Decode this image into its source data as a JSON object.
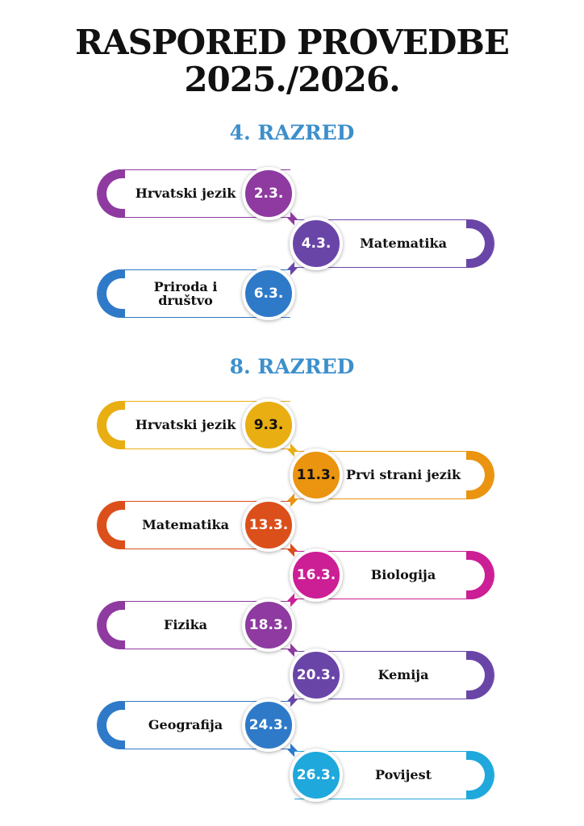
{
  "title_line1": "RASPORED PROVEDBE",
  "title_line2": "2025./2026.",
  "sections": [
    {
      "heading": "4. RAZRED",
      "items": [
        {
          "subject": "Hrvatski jezik",
          "date": "2.3.",
          "color": "#8e3aa0",
          "date_text_color": "#ffffff"
        },
        {
          "subject": "Matematika",
          "date": "4.3.",
          "color": "#6a45a8",
          "date_text_color": "#ffffff"
        },
        {
          "subject": "Priroda i društvo",
          "date": "6.3.",
          "color": "#2f7ac8",
          "date_text_color": "#ffffff"
        }
      ]
    },
    {
      "heading": "8. RAZRED",
      "items": [
        {
          "subject": "Hrvatski jezik",
          "date": "9.3.",
          "color": "#e8ae12",
          "date_text_color": "#111111"
        },
        {
          "subject": "Prvi strani jezik",
          "date": "11.3.",
          "color": "#ea9410",
          "date_text_color": "#111111"
        },
        {
          "subject": "Matematika",
          "date": "13.3.",
          "color": "#db4f1b",
          "date_text_color": "#ffffff"
        },
        {
          "subject": "Biologija",
          "date": "16.3.",
          "color": "#cc1e95",
          "date_text_color": "#ffffff"
        },
        {
          "subject": "Fizika",
          "date": "18.3.",
          "color": "#8e3aa0",
          "date_text_color": "#ffffff"
        },
        {
          "subject": "Kemija",
          "date": "20.3.",
          "color": "#6a45a8",
          "date_text_color": "#ffffff"
        },
        {
          "subject": "Geografija",
          "date": "24.3.",
          "color": "#2f7ac8",
          "date_text_color": "#ffffff"
        },
        {
          "subject": "Povijest",
          "date": "26.3.",
          "color": "#1fa8dc",
          "date_text_color": "#ffffff"
        }
      ]
    }
  ]
}
